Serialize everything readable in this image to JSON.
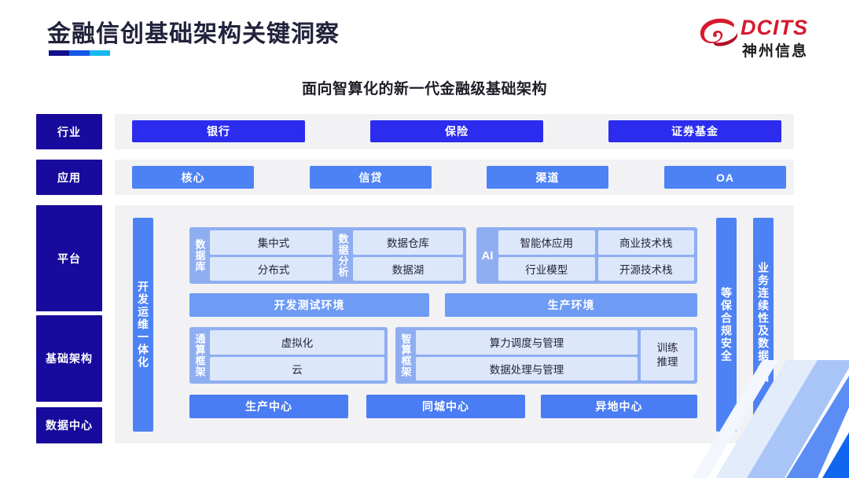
{
  "header": {
    "title": "金融信创基础架构关键洞察",
    "underline_colors": [
      "#12108C",
      "#1557E8",
      "#17B7F0"
    ],
    "logo": {
      "mark": "dcits-swoosh-icon",
      "text_en": "DCITS",
      "text_cn": "神州信息",
      "brand_color": "#d6192e"
    }
  },
  "subtitle": "面向智算化的新一代金融级基础架构",
  "colors": {
    "sidebar": "#170A9C",
    "industry": "#2C2CEE",
    "application": "#4D82F5",
    "group_bg": "#8FAEF2",
    "cell_bg": "#DCE7FB",
    "panel_bg": "#f2f2f4"
  },
  "sidebar": {
    "items": [
      {
        "label": "行业"
      },
      {
        "label": "应用"
      },
      {
        "label": "平台"
      },
      {
        "label": "基础架构"
      },
      {
        "label": "数据中心"
      }
    ]
  },
  "industry_row": {
    "tiles": [
      "银行",
      "保险",
      "证券基金"
    ]
  },
  "application_row": {
    "tiles": [
      "核心",
      "信贷",
      "渠道",
      "OA"
    ]
  },
  "platform": {
    "devops_bar": "开发运维一体化",
    "compliance_bar": "等保合规安全",
    "groups": {
      "database": {
        "label": "数据库",
        "cells": [
          "集中式",
          "分布式"
        ]
      },
      "data_analysis": {
        "label": "数据分析",
        "cells": [
          "数据仓库",
          "数据湖"
        ]
      },
      "ai": {
        "label": "AI",
        "row1": [
          "智能体应用",
          "商业技术栈"
        ],
        "row2": [
          "行业模型",
          "开源技术栈"
        ]
      }
    },
    "environments": [
      "开发测试环境",
      "生产环境"
    ],
    "frameworks": {
      "general_compute": {
        "label": "通算框架",
        "cells": [
          "虚拟化",
          "云"
        ]
      },
      "intelligent_compute": {
        "label": "智算框架",
        "cells": [
          "算力调度与管理",
          "数据处理与管理"
        ],
        "side": [
          "训练",
          "推理"
        ]
      }
    },
    "data_centers": [
      "生产中心",
      "同城中心",
      "异地中心"
    ]
  },
  "continuity_bar": "业务连续性及数据保护"
}
